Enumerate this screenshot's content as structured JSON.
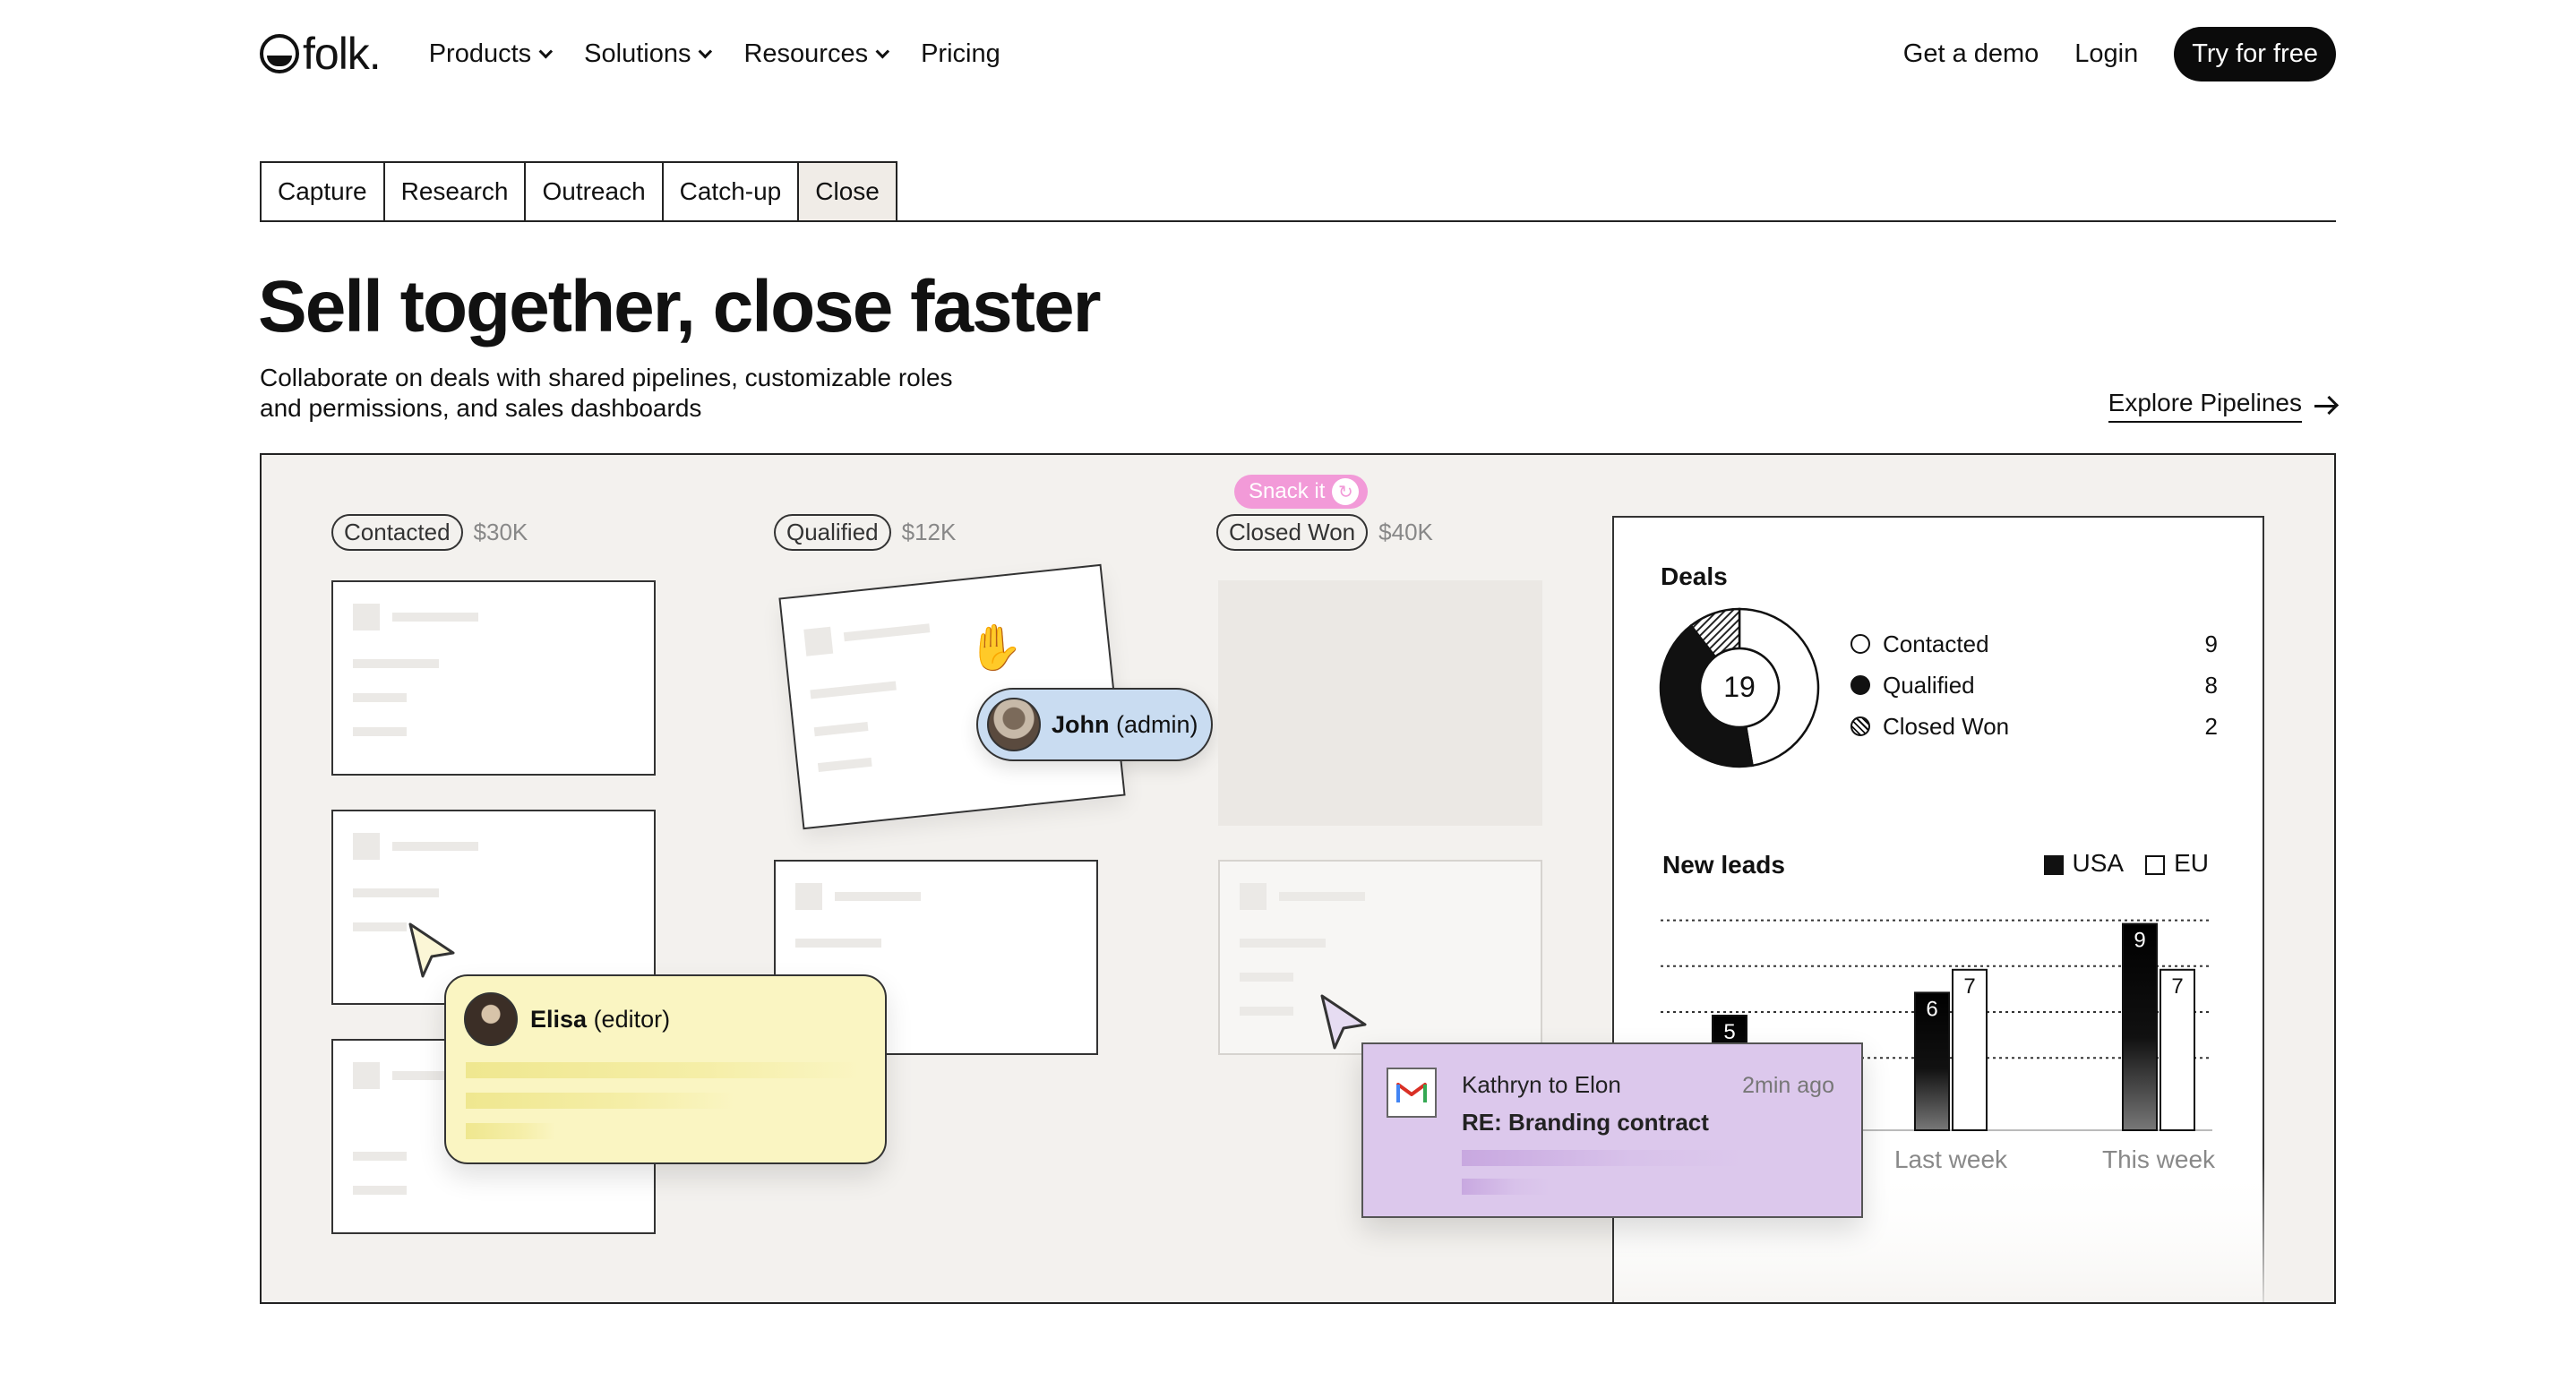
{
  "brand": {
    "name": "folk."
  },
  "nav": {
    "links": [
      {
        "label": "Products",
        "dropdown": true
      },
      {
        "label": "Solutions",
        "dropdown": true
      },
      {
        "label": "Resources",
        "dropdown": true
      },
      {
        "label": "Pricing",
        "dropdown": false
      }
    ],
    "demo": "Get a demo",
    "login": "Login",
    "cta": "Try for free"
  },
  "tabs": [
    "Capture",
    "Research",
    "Outreach",
    "Catch-up",
    "Close"
  ],
  "active_tab": "Close",
  "hero": {
    "title": "Sell together, close faster",
    "subtitle": "Collaborate on deals with shared pipelines, customizable roles and permissions, and sales dashboards",
    "link": "Explore Pipelines"
  },
  "pipeline": {
    "columns": [
      {
        "stage": "Contacted",
        "amount": "$30K"
      },
      {
        "stage": "Qualified",
        "amount": "$12K"
      },
      {
        "stage": "Closed Won",
        "amount": "$40K"
      }
    ],
    "snack": "Snack it",
    "collaborators": [
      {
        "name": "John",
        "role": "(admin)"
      },
      {
        "name": "Elisa",
        "role": "(editor)"
      }
    ],
    "email": {
      "from": "Kathryn to Elon",
      "time": "2min ago",
      "subject": "RE: Branding contract"
    }
  },
  "deals": {
    "title": "Deals",
    "total": "19",
    "legend": [
      {
        "label": "Contacted",
        "value": "9",
        "style": "outline"
      },
      {
        "label": "Qualified",
        "value": "8",
        "style": "fill"
      },
      {
        "label": "Closed Won",
        "value": "2",
        "style": "hatch"
      }
    ]
  },
  "chart_data": {
    "type": "bar",
    "title": "New leads",
    "categories": [
      "",
      "Last week",
      "This week"
    ],
    "series": [
      {
        "name": "USA",
        "values": [
          5,
          6,
          9
        ],
        "color": "#111111"
      },
      {
        "name": "EU",
        "values": [
          null,
          7,
          7
        ],
        "color": "#ffffff"
      }
    ],
    "ylim": [
      0,
      10
    ],
    "grid": true,
    "legend_position": "top-right"
  },
  "deals_chart": {
    "type": "pie",
    "categories": [
      "Contacted",
      "Qualified",
      "Closed Won"
    ],
    "values": [
      9,
      8,
      2
    ]
  },
  "colors": {
    "board_bg": "#f3f1ee",
    "john_badge": "#c9dcf1",
    "elisa_card": "#faf5c2",
    "email_card": "#dcc8ec",
    "snack_pill": "#f29ad8"
  }
}
